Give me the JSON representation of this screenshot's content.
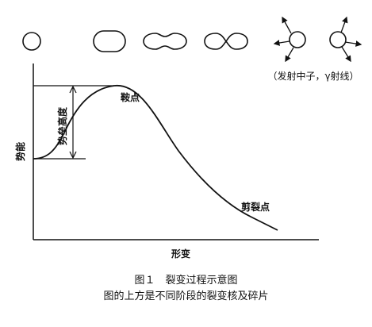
{
  "diagram": {
    "emission_note": "（发射中子，γ射线）",
    "y_axis_label": "势能",
    "x_axis_label": "形变",
    "barrier_label": "势垒高度",
    "saddle_label": "鞍点",
    "scission_label": "剪裂点",
    "nucleus_shapes": [
      "circle",
      "elongated",
      "dumbbell",
      "figure-eight",
      "fragment",
      "fragment"
    ]
  },
  "caption": {
    "line1": "图１　裂变过程示意图",
    "line2": "图的上方是不同阶段的裂变核及碎片"
  }
}
